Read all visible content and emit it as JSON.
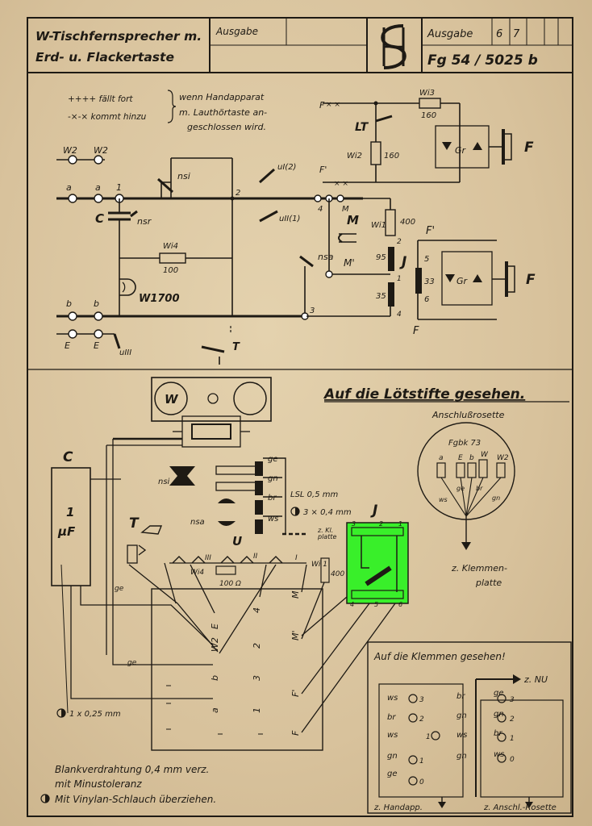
{
  "header": {
    "title_line1": "W-Tischfernsprecher m.",
    "title_line2": "Erd- u. Flackertaste",
    "ausgabe_label_left": "Ausgabe",
    "ausgabe_label_right": "Ausgabe",
    "ausgabe_values": [
      "6",
      "7"
    ],
    "drawing_number": "Fg 54 / 5025 b"
  },
  "legend": {
    "line1_symbol": "++++ fällt fort",
    "line2_symbol": "-×-× kommt hinzu",
    "note_line1": "wenn Handapparat",
    "note_line2": "m. Lauthörtaste an-",
    "note_line3": "geschlossen wird."
  },
  "schematic": {
    "terminals_left": [
      "W2",
      "W2",
      "a",
      "a",
      "1",
      "b",
      "b",
      "E",
      "E"
    ],
    "labels": {
      "nsi": "nsi",
      "nsr": "nsr",
      "c": "C",
      "w1700": "W1700",
      "wi4": "Wi4",
      "r100": "100",
      "node2": "2",
      "node3": "3",
      "node4": "4",
      "u1": "uI(2)",
      "u2": "uII(1)",
      "u3": "uIII",
      "t": "T",
      "m": "M",
      "m1": "M'",
      "nsa": "nsa",
      "wi1": "Wi1",
      "r400": "400",
      "j": "J",
      "n95": "95",
      "n35": "35",
      "n2": "2",
      "n1": "1",
      "n4": "4",
      "lt": "LT",
      "wi2": "Wi2",
      "r160a": "160",
      "wi3": "Wi3",
      "r160b": "160",
      "gr": "Gr",
      "f": "F",
      "f1": "F'",
      "f_top": "F",
      "f1_top": "F'",
      "n5": "5",
      "n6": "6",
      "n33": "33",
      "gr2": "Gr",
      "f2": "F",
      "f_bottom": "F",
      "f1_mid": "F'"
    }
  },
  "lower": {
    "heading": "Auf die Lötstifte gesehen.",
    "rosette_title": "Anschlußrosette",
    "rosette_code": "Fgbk 73",
    "rosette_pins": [
      "a",
      "E",
      "b",
      "W",
      "W2"
    ],
    "rosette_wires": [
      "ws",
      "ge",
      "br",
      "gn"
    ],
    "rosette_note_line1": "z. Klemmen-",
    "rosette_note_line2": "platte",
    "c_label": "C",
    "c_value_line1": "1",
    "c_value_line2": "µF",
    "w_label": "W",
    "t_label": "T",
    "u_label": "U",
    "j_label": "J",
    "nsi": "nsi",
    "nsa": "nsa",
    "wire_colors": [
      "ge",
      "gn",
      "br",
      "ws"
    ],
    "lsl_note": "LSL 0,5 mm",
    "lsl_note2": "3 × 0,4 mm",
    "kl_note_line1": "z. Kl.",
    "kl_note_line2": "platte",
    "wi1": "Wi 1",
    "r400": "400 Ω",
    "wi4": "Wi4",
    "r100": "100 Ω",
    "u_contacts": [
      "III",
      "II",
      "I"
    ],
    "j_pins_top": [
      "3",
      "2",
      "1"
    ],
    "j_pins_bottom": [
      "4",
      "5",
      "6"
    ],
    "terminal_column_a": [
      "E",
      "W2",
      "b",
      "a"
    ],
    "terminal_column_b": [
      "4",
      "2",
      "3",
      "1"
    ],
    "terminal_column_c": [
      "M",
      "M'",
      "F'",
      "F"
    ],
    "ge_label": "ge",
    "ge_label2": "ge",
    "wire_note": "1 x 0,25 mm",
    "footer_line1": "Blankverdrahtung 0,4 mm verz.",
    "footer_line2": "mit Minustoleranz",
    "footer_line3": "Mit Vinylan-Schlauch überziehen."
  },
  "klemmen": {
    "heading": "Auf die Klemmen gesehen!",
    "arrow_label": "z. NU",
    "left_wires": [
      "ws",
      "br",
      "ws",
      "gn",
      "ge"
    ],
    "left_numbers": [
      "3",
      "2",
      "1",
      "1",
      "0"
    ],
    "mid_wires": [
      "br",
      "gn",
      "ws",
      "gn"
    ],
    "right_wires": [
      "ge",
      "gn",
      "br",
      "ws"
    ],
    "right_numbers": [
      "3",
      "2",
      "1",
      "0"
    ],
    "bottom_left": "z. Handapp.",
    "bottom_right": "z. Anschl.-Rosette"
  },
  "colors": {
    "paper": "#e0cca6",
    "ink": "#1e1a14",
    "highlight": "#39ef2a"
  }
}
